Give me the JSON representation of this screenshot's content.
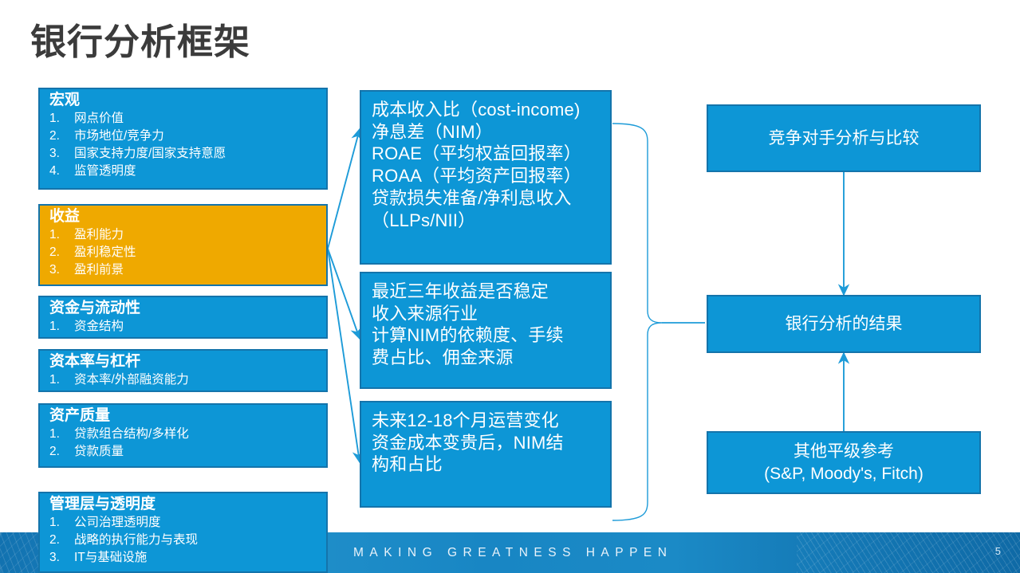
{
  "slide": {
    "title": "银行分析框架",
    "page_number": "5",
    "footer_tagline": "MAKING GREATNESS HAPPEN",
    "colors": {
      "box_fill": "#0d96d6",
      "box_border": "#1474ab",
      "accent_fill": "#efa900",
      "title_text": "#3b3b3b",
      "connector": "#1d9bd8",
      "footer_band": "#1a82c0"
    }
  },
  "left_column": {
    "boxes": [
      {
        "title": "宏观",
        "highlighted": false,
        "items": [
          {
            "num": "1.",
            "label": "网点价值"
          },
          {
            "num": "2.",
            "label": "市场地位/竞争力"
          },
          {
            "num": "3.",
            "label": "国家支持力度/国家支持意愿"
          },
          {
            "num": "4.",
            "label": "监管透明度"
          }
        ]
      },
      {
        "title": "收益",
        "highlighted": true,
        "items": [
          {
            "num": "1.",
            "label": "盈利能力"
          },
          {
            "num": "2.",
            "label": "盈利稳定性"
          },
          {
            "num": "3.",
            "label": "盈利前景"
          }
        ]
      },
      {
        "title": "资金与流动性",
        "highlighted": false,
        "items": [
          {
            "num": "1.",
            "label": "资金结构"
          }
        ]
      },
      {
        "title": "资本率与杠杆",
        "highlighted": false,
        "items": [
          {
            "num": "1.",
            "label": "资本率/外部融资能力"
          }
        ]
      },
      {
        "title": "资产质量",
        "highlighted": false,
        "items": [
          {
            "num": "1.",
            "label": "贷款组合结构/多样化"
          },
          {
            "num": "2.",
            "label": "贷款质量"
          }
        ]
      },
      {
        "title": "管理层与透明度",
        "highlighted": false,
        "items": [
          {
            "num": "1.",
            "label": "公司治理透明度"
          },
          {
            "num": "2.",
            "label": "战略的执行能力与表现"
          },
          {
            "num": "3.",
            "label": "IT与基础设施"
          }
        ]
      }
    ]
  },
  "middle_column": {
    "boxes": [
      {
        "text": "成本收入比（cost-income)\n净息差（NIM）\nROAE（平均权益回报率）\nROAA（平均资产回报率）\n贷款损失准备/净利息收入\n（LLPs/NII）"
      },
      {
        "text": "最近三年收益是否稳定\n收入来源行业\n计算NIM的依赖度、手续\n费占比、佣金来源"
      },
      {
        "text": "未来12-18个月运营变化\n资金成本变贵后，NIM结\n构和占比"
      }
    ]
  },
  "right_column": {
    "boxes": [
      {
        "text": "竞争对手分析与比较"
      },
      {
        "text": "银行分析的结果"
      },
      {
        "text": "其他平级参考\n(S&P, Moody's, Fitch)"
      }
    ]
  }
}
